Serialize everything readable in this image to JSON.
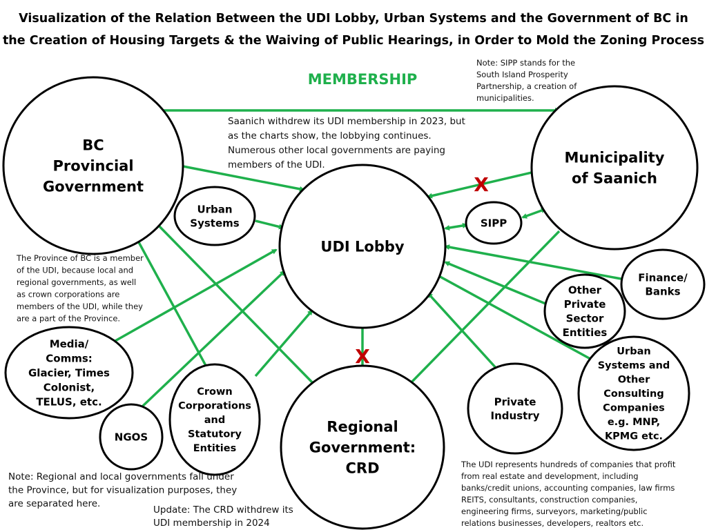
{
  "title": [
    "Visualization of the Relation Between the UDI Lobby, Urban Systems and the Government of BC in",
    "the Creation of Housing Targets & the Waiving of Public Hearings, in Order to Mold the Zoning Process"
  ],
  "membership_label": "MEMBERSHIP",
  "colors": {
    "arrow": "#1fb04c",
    "x_mark": "#c00000",
    "outline": "#000000"
  },
  "nodes": {
    "bc": [
      "BC",
      "Provincial",
      "Government"
    ],
    "udi": [
      "UDI Lobby"
    ],
    "saanich": [
      "Municipality",
      "of Saanich"
    ],
    "urban_systems": [
      "Urban",
      "Systems"
    ],
    "sipp": [
      "SIPP"
    ],
    "finance": [
      "Finance/",
      "Banks"
    ],
    "other_private": [
      "Other",
      "Private",
      "Sector",
      "Entities"
    ],
    "consulting": [
      "Urban",
      "Systems and",
      "Other",
      "Consulting",
      "Companies",
      "e.g. MNP,",
      "KPMG etc."
    ],
    "private_industry": [
      "Private",
      "Industry"
    ],
    "regional": [
      "Regional",
      "Government:",
      "CRD"
    ],
    "crown": [
      "Crown",
      "Corporations",
      "and",
      "Statutory",
      "Entities"
    ],
    "ngos": [
      "NGOS"
    ],
    "media": [
      "Media/",
      "Comms:",
      "Glacier, Times",
      "Colonist,",
      "TELUS, etc."
    ]
  },
  "x_mark": "X",
  "notes": {
    "sipp": [
      "Note: SIPP stands for the",
      "South Island Prosperity",
      "Partnership, a creation of",
      "municipalities."
    ],
    "saanich": [
      "Saanich withdrew its UDI membership in 2023, but",
      "as the charts show, the lobbying continues.",
      "Numerous other local governments are paying",
      "members of the UDI."
    ],
    "province": [
      "The Province of BC is a member",
      "of the UDI, because local and",
      "regional governments, as well",
      "as crown corporations are",
      "members of the UDI, while they",
      "are a part of the Province."
    ],
    "regional": [
      "Note: Regional and local governments fall under",
      "the Province, but for visualization purposes, they",
      "are separated here."
    ],
    "crd": [
      "Update: The CRD withdrew its",
      "UDI membership in 2024"
    ],
    "udi": [
      "The UDI represents hundreds of companies that profit",
      "from real estate and development, including",
      "banks/credit unions, accounting companies, law firms",
      "REITS, consultants, construction companies,",
      "engineering firms, surveyors, marketing/public",
      "relations businesses, developers, realtors etc."
    ]
  }
}
